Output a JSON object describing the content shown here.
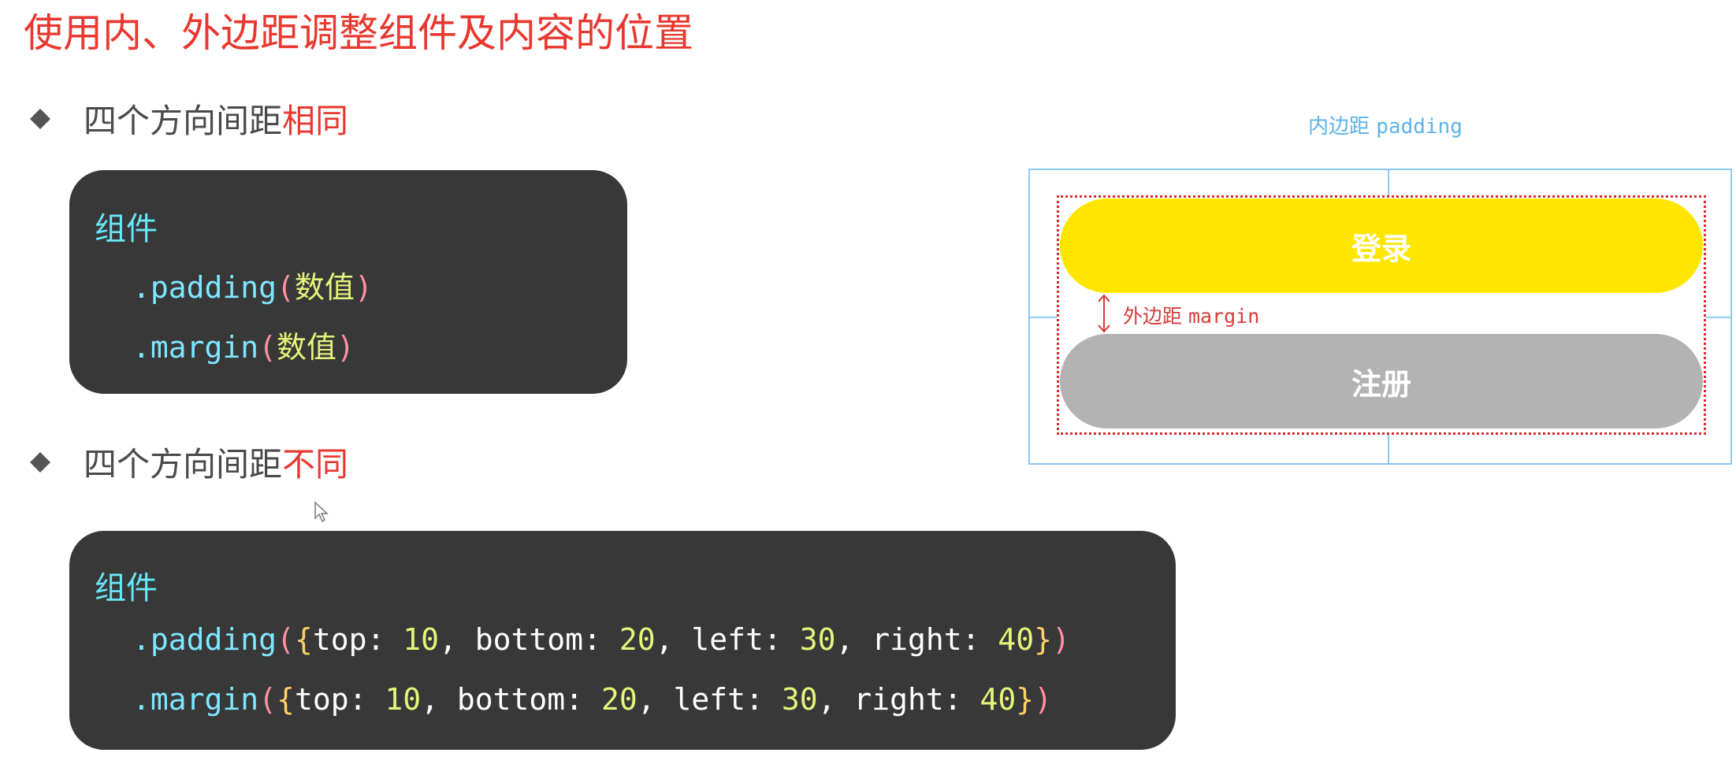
{
  "slide": {
    "title": "使用内、外边距调整组件及内容的位置"
  },
  "bullets": [
    {
      "prefix": "四个方向间距",
      "highlight": "相同"
    },
    {
      "prefix": "四个方向间距",
      "highlight": "不同"
    }
  ],
  "code_same": {
    "component": "组件",
    "line1": {
      "method": ".padding",
      "open": "(",
      "arg": "数值",
      "close": ")"
    },
    "line2": {
      "method": ".margin",
      "open": "(",
      "arg": "数值",
      "close": ")"
    }
  },
  "code_diff": {
    "component": "组件",
    "padding": {
      "method": ".padding",
      "open": "(",
      "brace_open": "{",
      "k1": "top",
      "v1": "10",
      "k2": "bottom",
      "v2": "20",
      "k3": "left",
      "v3": "30",
      "k4": "right",
      "v4": "40",
      "colon": ":",
      "comma": ",",
      "brace_close": "}",
      "close": ")"
    },
    "margin": {
      "method": ".margin",
      "open": "(",
      "brace_open": "{",
      "k1": "top",
      "v1": "10",
      "k2": "bottom",
      "v2": "20",
      "k3": "left",
      "v3": "30",
      "k4": "right",
      "v4": "40",
      "colon": ":",
      "comma": ",",
      "brace_close": "}",
      "close": ")"
    }
  },
  "diagram": {
    "padding_label_cn": "内边距",
    "padding_label_en": "padding",
    "margin_label_cn": "外边距",
    "margin_label_en": "margin",
    "login_button": "登录",
    "register_button": "注册"
  },
  "colors": {
    "title_red": "#e8382f",
    "login_yellow": "#ffe600",
    "register_gray": "#b3b3b3",
    "code_bg": "#383838",
    "padding_blue": "#8cc8f0",
    "margin_red": "#d62b2b"
  }
}
